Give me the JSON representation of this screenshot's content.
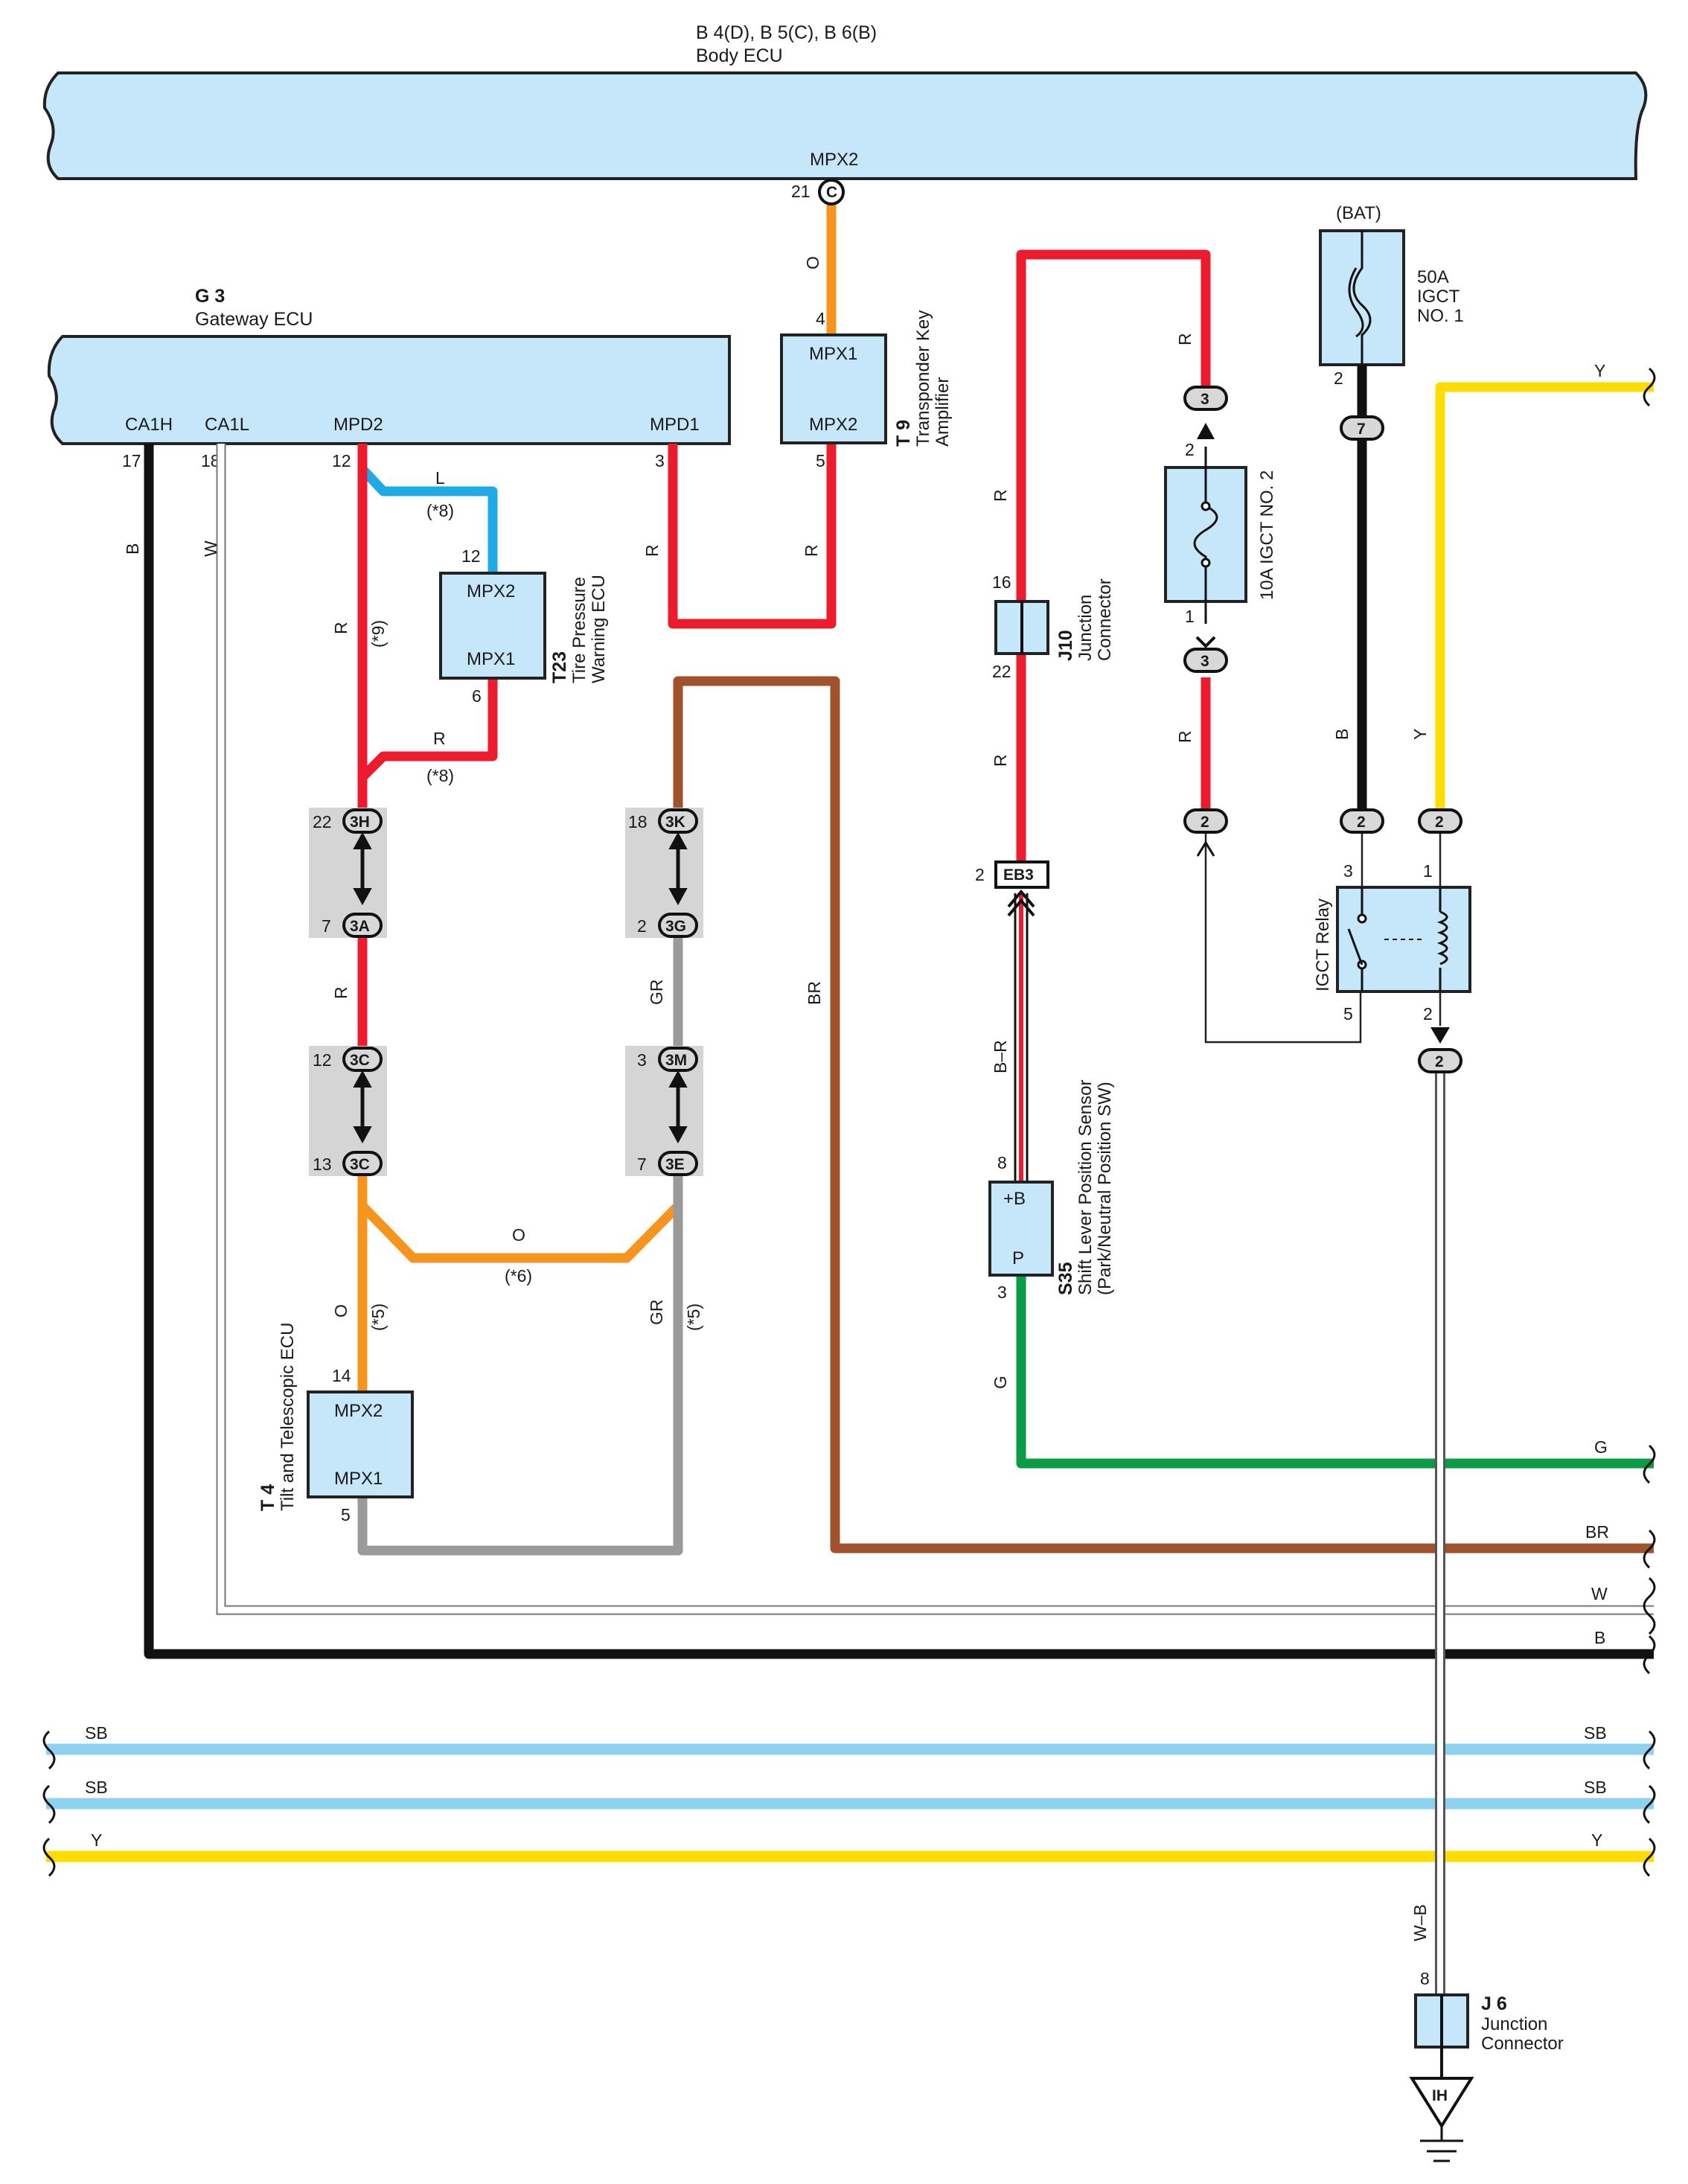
{
  "body_ecu": {
    "ref": "B 4(D), B 5(C), B 6(B)",
    "name": "Body ECU",
    "terminal": "MPX2",
    "pin": "21",
    "conn": "C"
  },
  "gateway_ecu": {
    "ref": "G 3",
    "name": "Gateway ECU",
    "terminals": [
      "CA1H",
      "CA1L",
      "MPD2",
      "MPD1"
    ],
    "pins": [
      "17",
      "18",
      "12",
      "3"
    ]
  },
  "transponder": {
    "ref": "T 9",
    "name_line1": "Transponder Key",
    "name_line2": "Amplifier",
    "top_terminal": "MPX1",
    "bottom_terminal": "MPX2",
    "top_pin": "4",
    "bottom_pin": "5"
  },
  "tire_ecu": {
    "ref": "T23",
    "name_line1": "Tire Pressure",
    "name_line2": "Warning ECU",
    "top_terminal": "MPX2",
    "bottom_terminal": "MPX1",
    "top_pin": "12",
    "bottom_pin": "6"
  },
  "tilt_ecu": {
    "ref": "T 4",
    "name": "Tilt and Telescopic ECU",
    "top_terminal": "MPX2",
    "bottom_terminal": "MPX1",
    "top_pin": "14",
    "bottom_pin": "5"
  },
  "j10": {
    "ref": "J10",
    "name_line1": "Junction",
    "name_line2": "Connector",
    "top_pin": "16",
    "bottom_pin": "22"
  },
  "s35": {
    "ref": "S35",
    "name_line1": "Shift Lever Position Sensor",
    "name_line2": "(Park/Neutral Position SW)",
    "top_terminal": "+B",
    "bottom_terminal": "P",
    "top_pin": "8",
    "bottom_pin": "3"
  },
  "eb3": {
    "label": "EB3",
    "pin": "2"
  },
  "fuse_10a": {
    "name": "10A IGCT NO. 2",
    "top_pin": "2",
    "bottom_pin": "1"
  },
  "fuse_50a": {
    "bat": "(BAT)",
    "line1": "50A",
    "line2": "IGCT",
    "line3": "NO. 1",
    "pin": "2"
  },
  "igct_relay": {
    "name": "IGCT Relay",
    "pins": [
      "3",
      "1",
      "5",
      "2"
    ]
  },
  "j6": {
    "ref": "J 6",
    "name_line1": "Junction",
    "name_line2": "Connector",
    "pin": "8",
    "ground": "IH"
  },
  "inline_connectors": [
    {
      "pin": "22",
      "label": "3H"
    },
    {
      "pin": "7",
      "label": "3A"
    },
    {
      "pin": "12",
      "label": "3C"
    },
    {
      "pin": "13",
      "label": "3C"
    },
    {
      "pin": "18",
      "label": "3K"
    },
    {
      "pin": "2",
      "label": "3G"
    },
    {
      "pin": "3",
      "label": "3M"
    },
    {
      "pin": "7",
      "label": "3E"
    }
  ],
  "connector_pins": {
    "c3_top": "3",
    "c3_bottom": "3",
    "c2_fuse": "2",
    "c7": "7",
    "c2_relay_b": "2",
    "c2_relay_y": "2",
    "c2_out": "2"
  },
  "notes": {
    "n8a": "(*8)",
    "n8b": "(*8)",
    "n9": "(*9)",
    "n6": "(*6)",
    "n5a": "(*5)",
    "n5b": "(*5)"
  },
  "wire_labels": {
    "o_top": "O",
    "l": "L",
    "r_tire": "R",
    "r_mpd2": "R",
    "r_mpd1": "R",
    "r_t9": "R",
    "b_ca1h": "B",
    "w_ca1l": "W",
    "r_mid": "R",
    "gr_mid": "GR",
    "br": "BR",
    "o_mid": "O",
    "o_left": "O",
    "gr_left": "GR",
    "r_j10_top": "R",
    "r_j10_bot": "R",
    "br_sensor": "B–R",
    "g_sensor": "G",
    "r_fuse_top": "R",
    "r_fuse_bot": "R",
    "b_relay": "B",
    "y_relay": "Y",
    "wb": "W–B"
  },
  "right_edge_labels": [
    "Y",
    "G",
    "BR",
    "W",
    "B"
  ],
  "bus_labels": [
    "SB",
    "SB",
    "Y"
  ],
  "colors": {
    "ecu_fill": "#c6e6fa",
    "R": "#ec1c2e",
    "O": "#f7941d",
    "L": "#1fa9e6",
    "B": "#111111",
    "BR": "#a0522d",
    "GR": "#9a9a9a",
    "G": "#0b9a45",
    "Y": "#ffdd00",
    "SB": "#8dd3f1"
  }
}
